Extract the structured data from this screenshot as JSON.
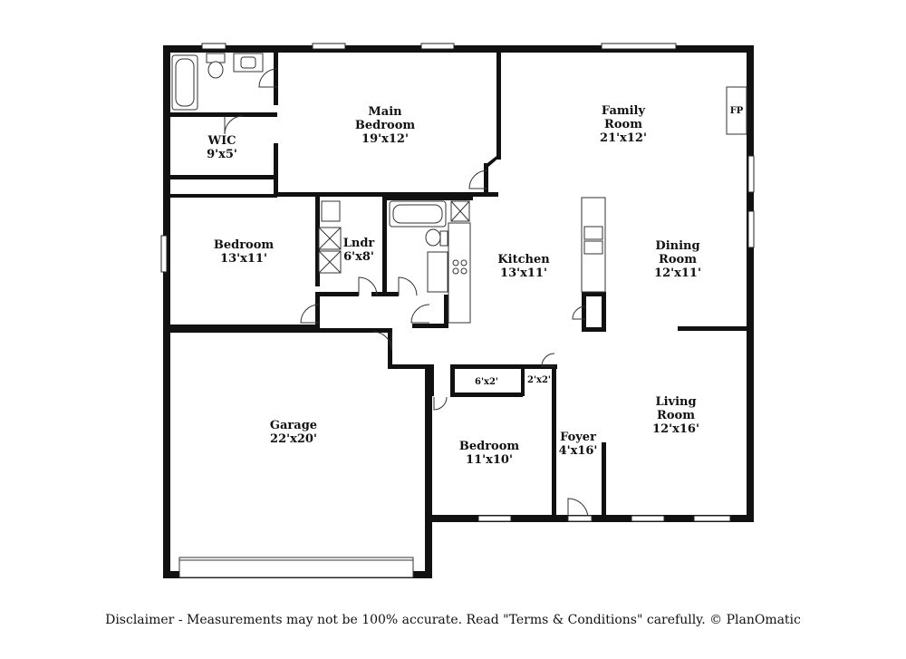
{
  "rooms": {
    "main_bedroom": {
      "name_line1": "Main",
      "name_line2": "Bedroom",
      "size": "19'x12'"
    },
    "wic": {
      "name": "WIC",
      "size": "9'x5'"
    },
    "family_room": {
      "name_line1": "Family",
      "name_line2": "Room",
      "size": "21'x12'"
    },
    "fireplace": {
      "name": "FP"
    },
    "bedroom_west": {
      "name": "Bedroom",
      "size": "13'x11'"
    },
    "laundry": {
      "name": "Lndr",
      "size": "6'x8'"
    },
    "kitchen": {
      "name": "Kitchen",
      "size": "13'x11'"
    },
    "dining_room": {
      "name_line1": "Dining",
      "name_line2": "Room",
      "size": "12'x11'"
    },
    "garage": {
      "name": "Garage",
      "size": "22'x20'"
    },
    "closet_6x2": {
      "size": "6'x2'"
    },
    "closet_2x2": {
      "size": "2'x2'"
    },
    "bedroom_south": {
      "name": "Bedroom",
      "size": "11'x10'"
    },
    "foyer": {
      "name": "Foyer",
      "size": "4'x16'"
    },
    "living_room": {
      "name_line1": "Living",
      "name_line2": "Room",
      "size": "12'x16'"
    }
  },
  "disclaimer": "Disclaimer - Measurements may not be 100% accurate. Read \"Terms & Conditions\" carefully. © PlanOmatic"
}
